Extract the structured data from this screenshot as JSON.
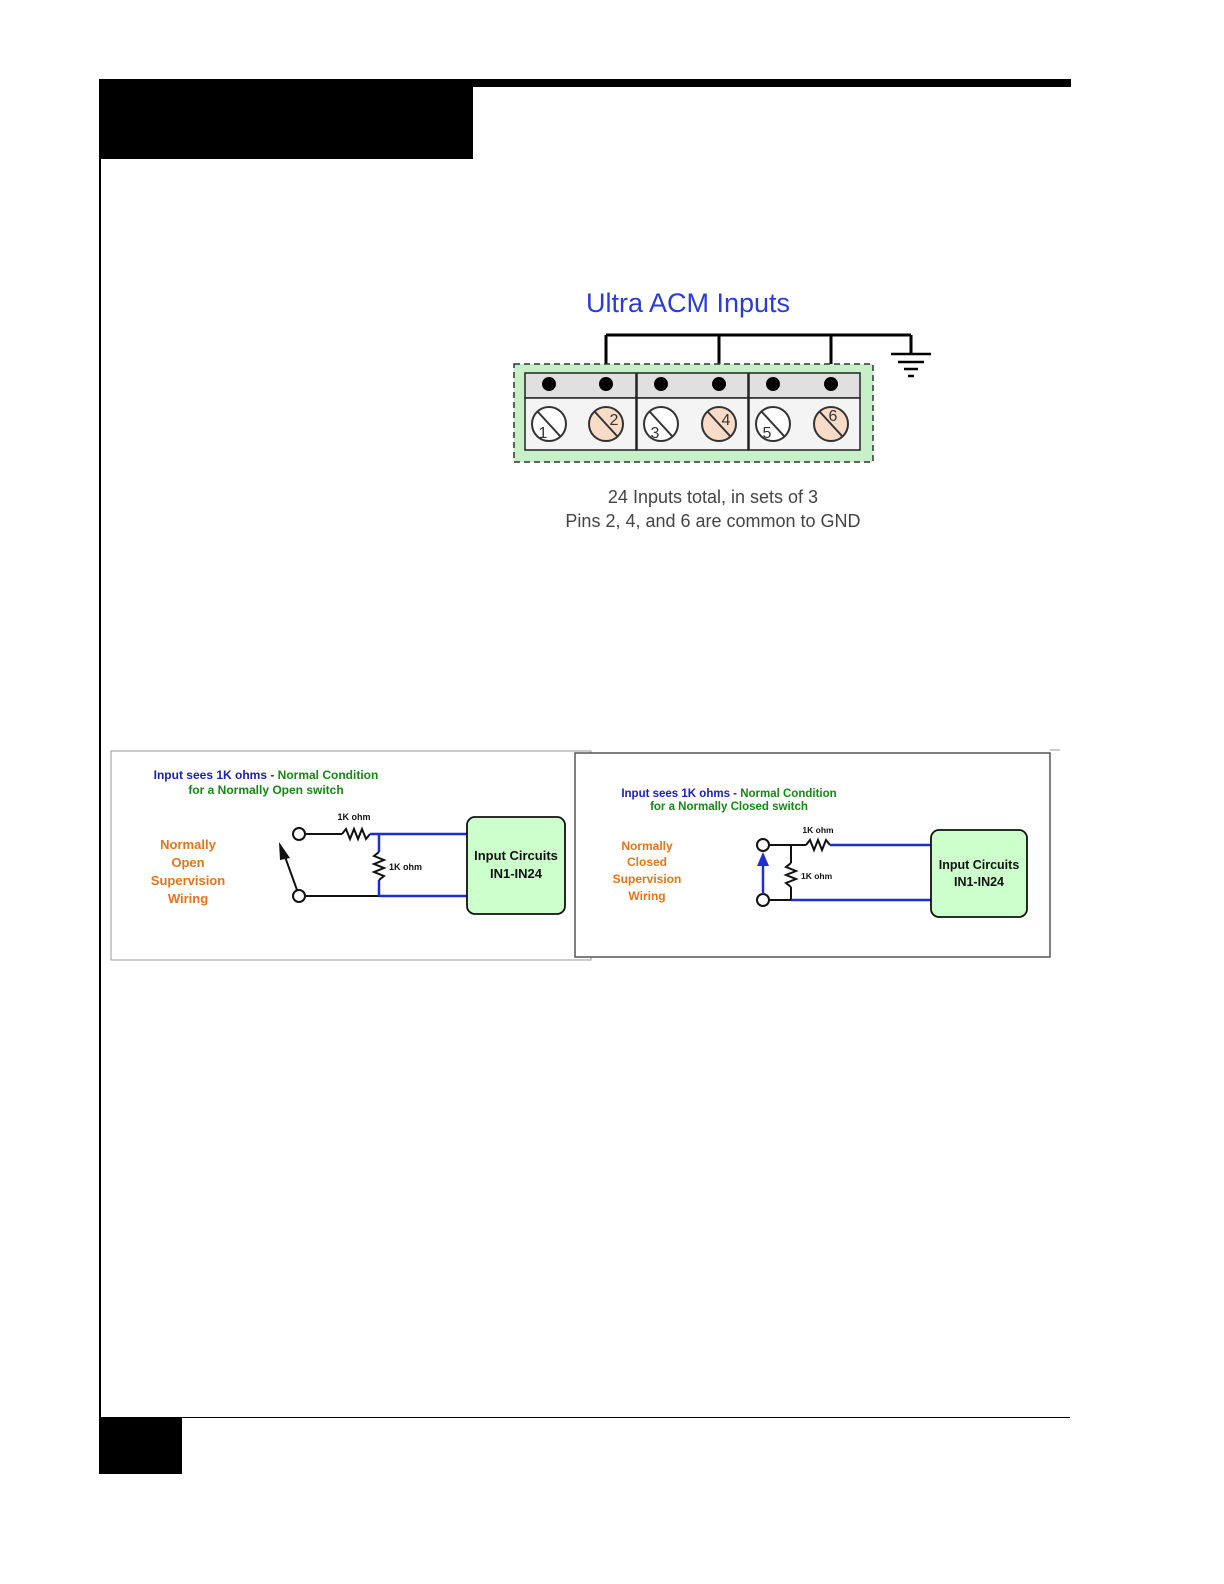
{
  "acm": {
    "title": "Ultra ACM Inputs",
    "pins": [
      "1",
      "2",
      "3",
      "4",
      "5",
      "6"
    ],
    "caption_line1": "24 Inputs total, in sets of 3",
    "caption_line2": "Pins 2, 4, and 6 are common to GND"
  },
  "no_panel": {
    "heading_part1": "Input sees 1K ohms - ",
    "heading_part2": "Normal Condition",
    "heading_line2": "for a Normally Open switch",
    "side_label": [
      "Normally",
      "Open",
      "Supervision",
      "Wiring"
    ],
    "series_resistor_label": "1K ohm",
    "shunt_resistor_label": "1K ohm",
    "box_line1": "Input Circuits",
    "box_line2": "IN1-IN24"
  },
  "nc_panel": {
    "heading_part1": "Input sees 1K ohms - ",
    "heading_part2": "Normal Condition",
    "heading_line2": "for a Normally Closed switch",
    "side_label": [
      "Normally",
      "Closed",
      "Supervision",
      "Wiring"
    ],
    "series_resistor_label": "1K ohm",
    "shunt_resistor_label": "1K ohm",
    "box_line1": "Input Circuits",
    "box_line2": "IN1-IN24"
  },
  "colors": {
    "title_blue": "#2b3bd6",
    "heading_blue": "#1a22b5",
    "heading_green": "#138a13",
    "orange": "#e87417",
    "wire_blue": "#1f2fcf",
    "terminal_green": "#c8f0c8",
    "box_green": "#ccffcc",
    "screw_peach": "#f9dcc8"
  }
}
